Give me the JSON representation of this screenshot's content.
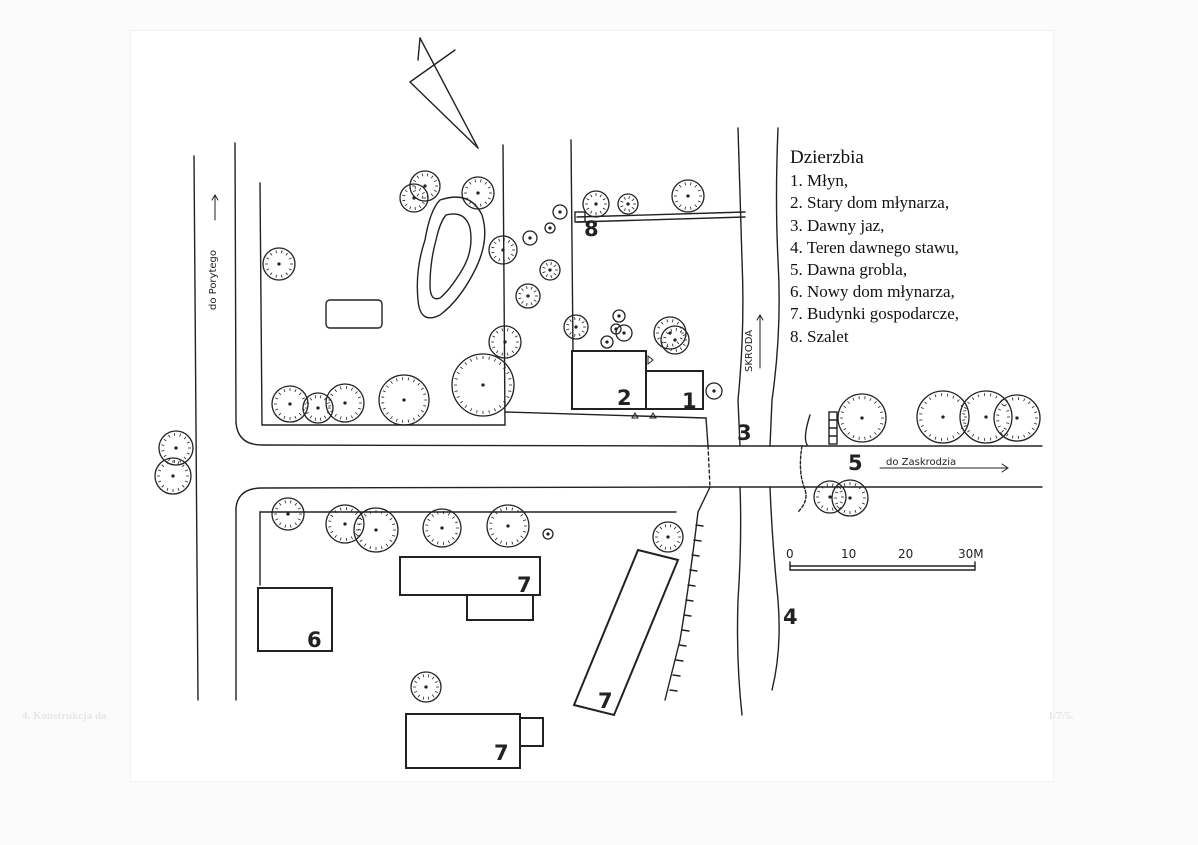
{
  "legend": {
    "title": "Dzierzbia",
    "items": [
      "1. Młyn,",
      "2. Stary dom młynarza,",
      "3. Dawny jaz,",
      "4. Teren dawnego stawu,",
      "5. Dawna grobla,",
      "6. Nowy dom młynarza,",
      "7. Budynki gospodarcze,",
      "8. Szalet"
    ]
  },
  "map_labels": {
    "road_west": "do Porytego",
    "road_east": "do Zaskrodzia",
    "river": "SKRODA"
  },
  "numbers": {
    "n1": "1",
    "n2": "2",
    "n3": "3",
    "n4": "4",
    "n5": "5",
    "n6": "6",
    "n7a": "7",
    "n7b": "7",
    "n7c": "7",
    "n8": "8"
  },
  "scale": {
    "ticks": [
      "0",
      "10",
      "20",
      "30M"
    ]
  },
  "faded_caption": {
    "left": "4. Konstrukcja da",
    "right": "1/7/5."
  },
  "colors": {
    "ink": "#222222",
    "paper": "#ffffff"
  }
}
